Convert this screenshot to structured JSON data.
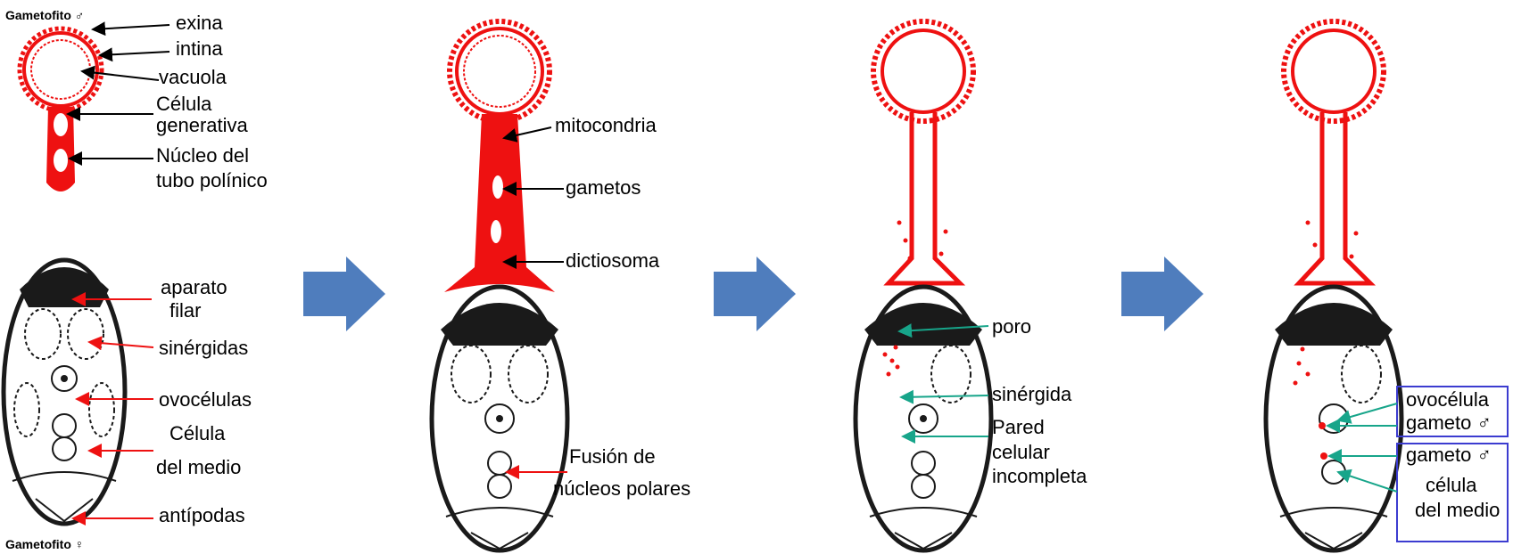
{
  "colors": {
    "pollen": "#ee1111",
    "sac": "#1a1a1a",
    "arrow": "#4f7dbd",
    "green_pointer": "#17a58a",
    "box": "#3c3cd0"
  },
  "panel1": {
    "title_male": "Gametofito ♂",
    "title_female": "Gametofito ♀",
    "exina": "exina",
    "intina": "intina",
    "vacuola": "vacuola",
    "celula": "Célula",
    "generativa": "generativa",
    "nucleo": "Núcleo del",
    "tubo": "tubo polínico",
    "aparato": "aparato",
    "filar": "filar",
    "sinergidas": "sinérgidas",
    "ovocelulas": "ovocélulas",
    "celula_medio_1": "Célula",
    "celula_medio_2": "del medio",
    "antipodas": "antípodas"
  },
  "panel2": {
    "mitocondria": "mitocondria",
    "gametos": "gametos",
    "dictiosoma": "dictiosoma",
    "fusion_1": "Fusión de",
    "fusion_2": "núcleos polares"
  },
  "panel3": {
    "poro": "poro",
    "sinergida": "sinérgida",
    "pared": "Pared",
    "celular": "celular",
    "incompleta": "incompleta"
  },
  "panel4": {
    "ovocelula": "ovocélula",
    "gameto_1": "gameto ♂",
    "gameto_2": "gameto ♂",
    "celula": "célula",
    "del_medio": "del medio"
  }
}
